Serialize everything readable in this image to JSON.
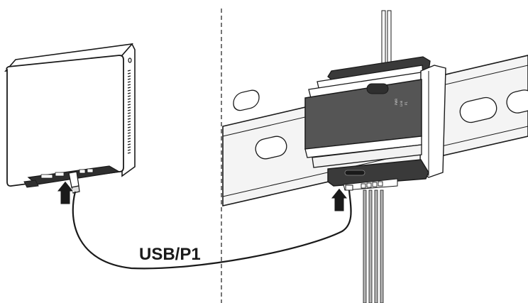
{
  "cable": {
    "label": "USB/P1"
  },
  "meter_panel": {
    "labels": [
      "PWR",
      "Link",
      "P1"
    ]
  },
  "colors": {
    "outline": "#1a1a1a",
    "device_face": "#ffffff",
    "module_face": "#555555",
    "module_dark": "#3a3a3a",
    "rail": "#f4f4f4",
    "wire": "#b5b5b5"
  }
}
